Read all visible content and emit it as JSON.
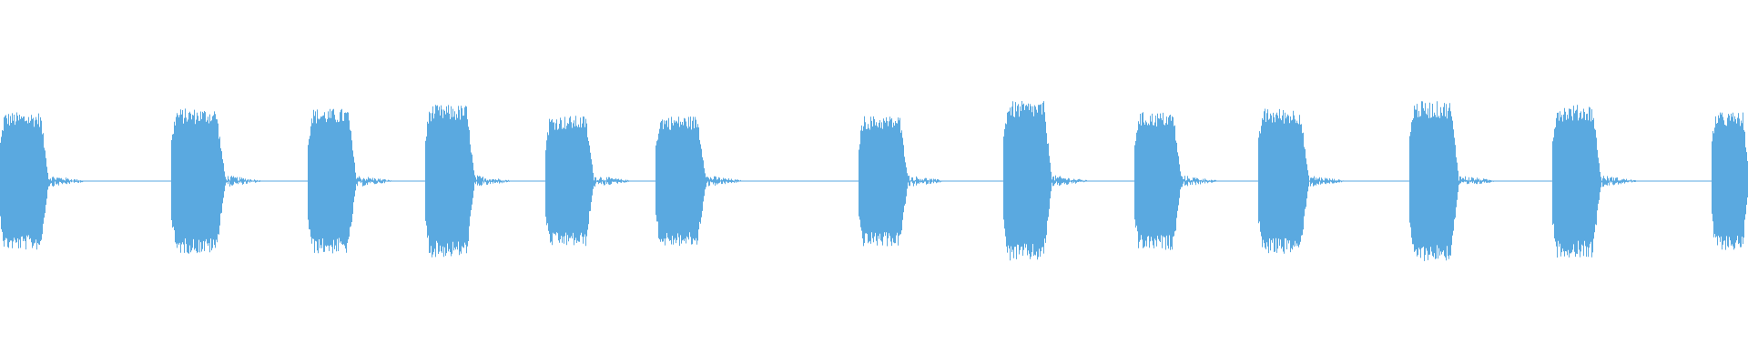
{
  "waveform": {
    "color": "#5aa9e0",
    "background": "#ffffff",
    "burst_count": 13,
    "bursts": [
      {
        "start": 0.0,
        "end": 0.027,
        "amplitude": 0.19
      },
      {
        "start": 0.098,
        "end": 0.128,
        "amplitude": 0.2
      },
      {
        "start": 0.176,
        "end": 0.203,
        "amplitude": 0.2
      },
      {
        "start": 0.243,
        "end": 0.271,
        "amplitude": 0.21
      },
      {
        "start": 0.312,
        "end": 0.339,
        "amplitude": 0.18
      },
      {
        "start": 0.375,
        "end": 0.403,
        "amplitude": 0.18
      },
      {
        "start": 0.491,
        "end": 0.519,
        "amplitude": 0.18
      },
      {
        "start": 0.574,
        "end": 0.601,
        "amplitude": 0.22
      },
      {
        "start": 0.649,
        "end": 0.675,
        "amplitude": 0.19
      },
      {
        "start": 0.72,
        "end": 0.748,
        "amplitude": 0.2
      },
      {
        "start": 0.806,
        "end": 0.834,
        "amplitude": 0.22
      },
      {
        "start": 0.888,
        "end": 0.915,
        "amplitude": 0.21
      },
      {
        "start": 0.979,
        "end": 1.0,
        "amplitude": 0.19
      }
    ]
  }
}
